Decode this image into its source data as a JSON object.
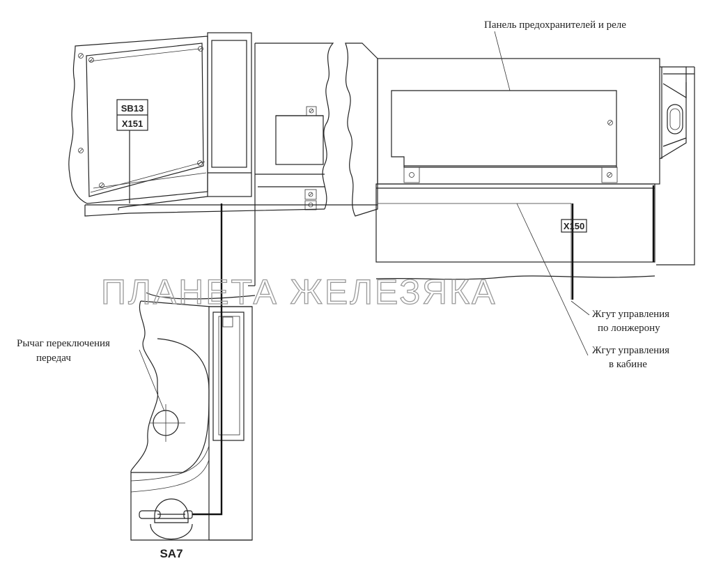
{
  "labels": {
    "fuse_panel": "Панель предохранителей и реле",
    "lever_line1": "Рычаг переключения",
    "lever_line2": "передач",
    "harness_frame_line1": "Жгут управления",
    "harness_frame_line2": "по лонжерону",
    "harness_cab_line1": "Жгут управления",
    "harness_cab_line2": "в кабине"
  },
  "connectors": {
    "sb13": "SB13",
    "x151": "X151",
    "x150": "X150",
    "sa7": "SA7"
  },
  "watermark": "ПЛАНЕТА ЖЕЛЕЗЯКА"
}
